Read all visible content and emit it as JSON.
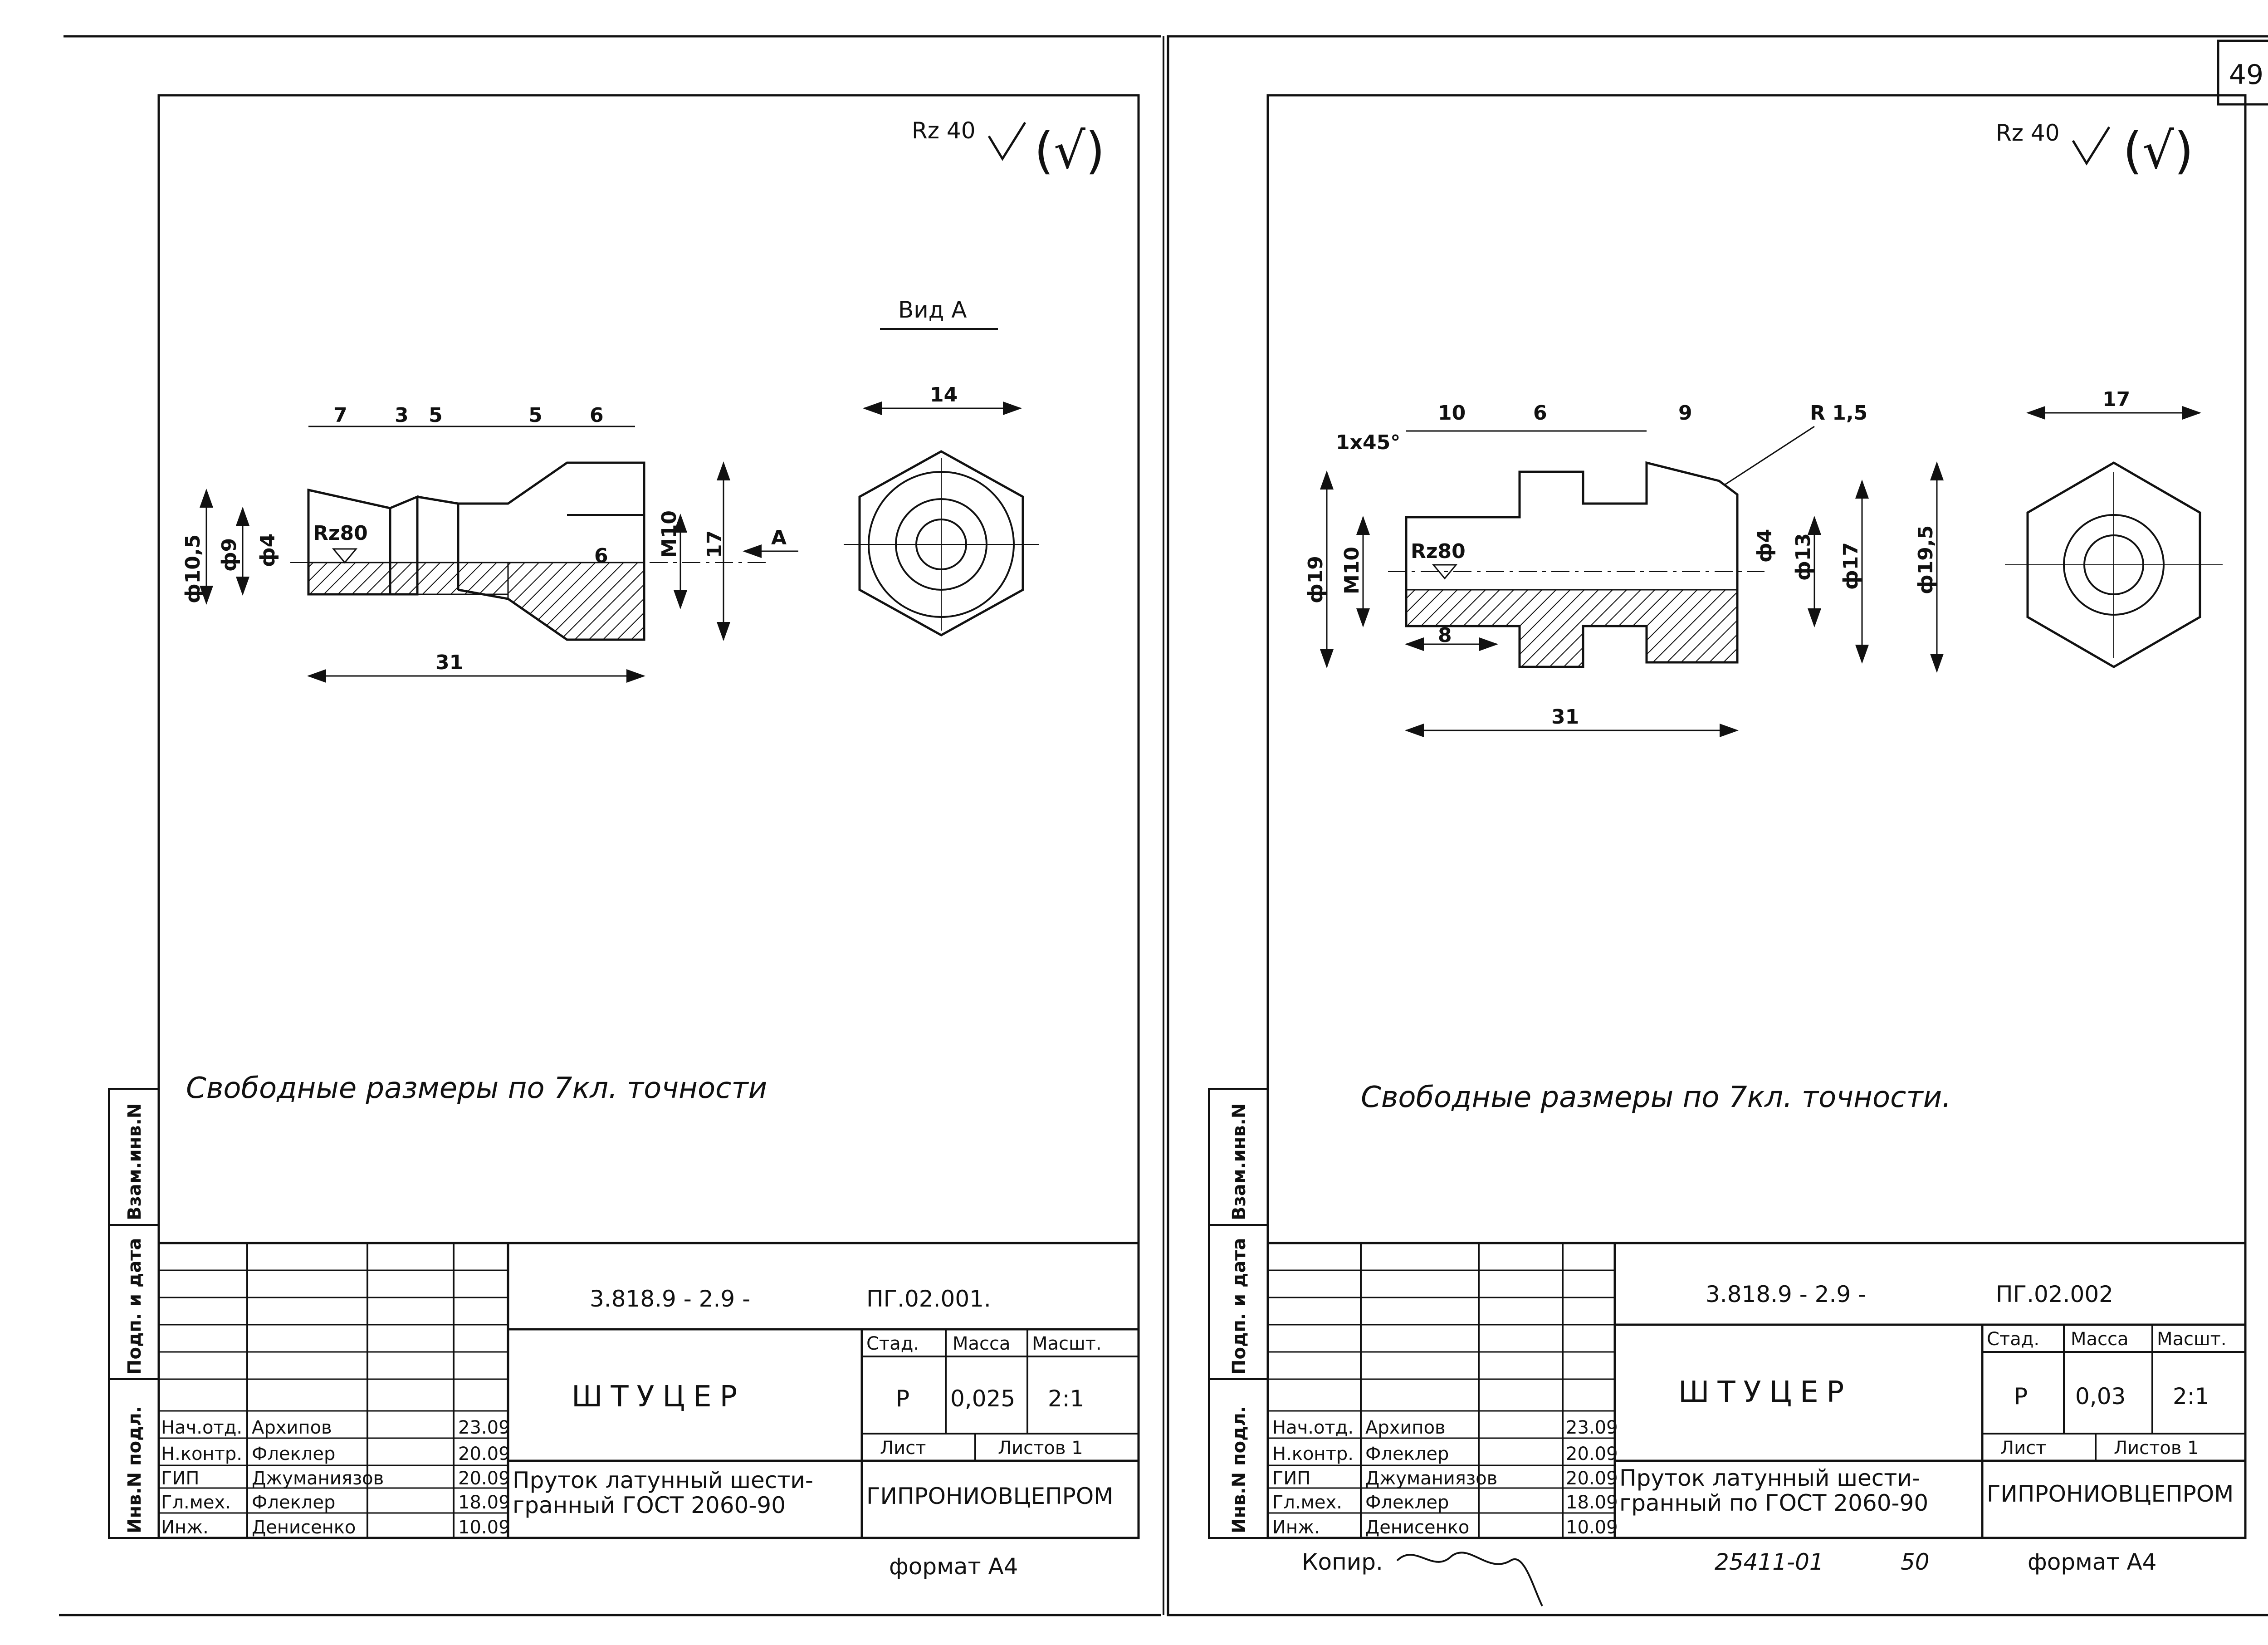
{
  "page_number": "49",
  "side_labels": [
    "Инв.N подл.",
    "Подп. и дата",
    "Взам.инв.N"
  ],
  "common_footer": {
    "copied_label": "Копир.",
    "order_number": "25411-01",
    "sheet_ref": "50"
  },
  "sheets": [
    {
      "roughness": "Rz 40",
      "roughness_paren": "(√)",
      "view_label": "Вид А",
      "note": "Свободные размеры по 7кл. точности",
      "dims": {
        "d1": "7",
        "d2": "3",
        "d3": "5",
        "d4": "5",
        "d5": "6",
        "phi105": "ф10,5",
        "phi9": "ф9",
        "phi4": "ф4",
        "rz80": "Rz80",
        "m10": "M10",
        "d17": "17",
        "d6": "6",
        "arrowA": "А",
        "len31": "31",
        "hex14": "14"
      },
      "title_block": {
        "designation": "3.818.9 - 2.9 -",
        "doc_code": "ПГ.02.001.",
        "name": "ШТУЦЕР",
        "stage_hdr": "Стад.",
        "mass_hdr": "Масса",
        "scale_hdr": "Масшт.",
        "stage": "Р",
        "mass": "0,025",
        "scale": "2:1",
        "sheet_lbl": "Лист",
        "sheets_lbl": "Листов 1",
        "material": "Пруток латунный шести-\nгранный ГОСТ 2060-90",
        "material_l1": "Пруток латунный шести-",
        "material_l2": "гранный ГОСТ 2060-90",
        "org": "ГИПРОНИОВЦЕПРОМ",
        "format": "формат А4",
        "rows": [
          {
            "role": "Нач.отд.",
            "name": "Архипов",
            "date": "23.09"
          },
          {
            "role": "Н.контр.",
            "name": "Флеклер",
            "date": "20.09"
          },
          {
            "role": "ГИП",
            "name": "Джуманиязов",
            "date": "20.09"
          },
          {
            "role": "Гл.мех.",
            "name": "Флеклер",
            "date": "18.09"
          },
          {
            "role": "Инж.",
            "name": "Денисенко",
            "date": "10.09"
          }
        ]
      }
    },
    {
      "roughness": "Rz 40",
      "roughness_paren": "(√)",
      "note": "Свободные размеры по 7кл. точности.",
      "dims": {
        "chamfer": "1x45°",
        "d10": "10",
        "d6": "6",
        "d9": "9",
        "r15": "R 1,5",
        "phi19": "ф19",
        "m10": "M10",
        "rz80": "Rz80",
        "d8": "8",
        "phi4": "ф4",
        "phi13": "ф13",
        "phi17": "ф17",
        "phi195": "ф19,5",
        "len31": "31",
        "hex17": "17"
      },
      "title_block": {
        "designation": "3.818.9 - 2.9 -",
        "doc_code": "ПГ.02.002",
        "name": "ШТУЦЕР",
        "stage_hdr": "Стад.",
        "mass_hdr": "Масса",
        "scale_hdr": "Масшт.",
        "stage": "Р",
        "mass": "0,03",
        "scale": "2:1",
        "sheet_lbl": "Лист",
        "sheets_lbl": "Листов 1",
        "material_l1": "Пруток латунный шести-",
        "material_l2": "гранный по ГОСТ 2060-90",
        "org": "ГИПРОНИОВЦЕПРОМ",
        "format": "формат А4",
        "rows": [
          {
            "role": "Нач.отд.",
            "name": "Архипов",
            "date": "23.09"
          },
          {
            "role": "Н.контр.",
            "name": "Флеклер",
            "date": "20.09"
          },
          {
            "role": "ГИП",
            "name": "Джуманиязов",
            "date": "20.09"
          },
          {
            "role": "Гл.мех.",
            "name": "Флеклер",
            "date": "18.09"
          },
          {
            "role": "Инж.",
            "name": "Денисенко",
            "date": "10.09"
          }
        ]
      }
    }
  ]
}
